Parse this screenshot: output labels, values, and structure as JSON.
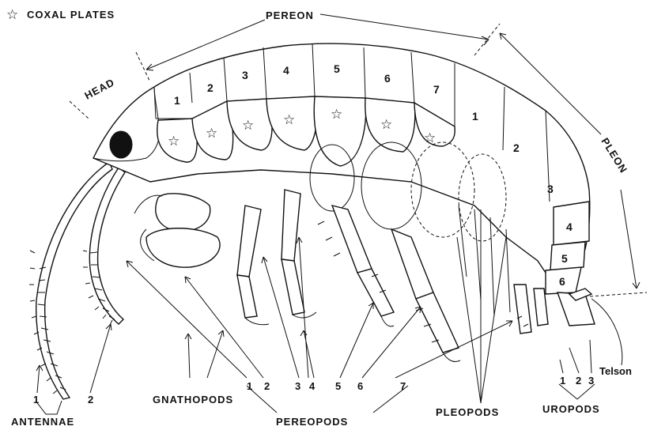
{
  "legend": {
    "star_symbol": "☆",
    "label": "COXAL PLATES"
  },
  "regions": {
    "pereon": "PEREON",
    "head": "HEAD",
    "pleon": "PLEON"
  },
  "pereon_segments": [
    "1",
    "2",
    "3",
    "4",
    "5",
    "6",
    "7"
  ],
  "pleon_segments": [
    "1",
    "2",
    "3",
    "4",
    "5",
    "6"
  ],
  "labels": {
    "antennae": "ANTENNAE",
    "antenna_numbers": [
      "1",
      "2"
    ],
    "gnathopods": "GNATHOPODS",
    "gnathopod_numbers": [
      "1",
      "2"
    ],
    "pereopods": "PEREOPODS",
    "pereopod_numbers": [
      "3",
      "4",
      "5",
      "6",
      "7"
    ],
    "pleopods": "PLEOPODS",
    "uropods": "UROPODS",
    "uropod_numbers": [
      "1",
      "2",
      "3"
    ],
    "telson": "Telson"
  },
  "colors": {
    "ink": "#111111",
    "background": "#ffffff"
  }
}
